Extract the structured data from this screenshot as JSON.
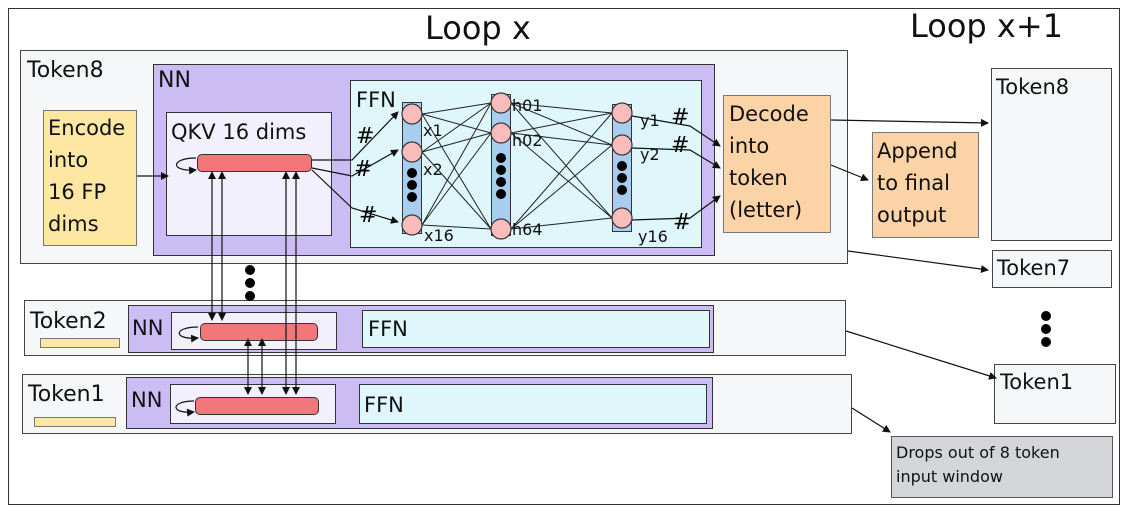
{
  "loop_labels": {
    "current": "Loop x",
    "next": "Loop x+1"
  },
  "token8": {
    "label": "Token8",
    "nn_label": "NN",
    "encode_lines": [
      "Encode",
      "into",
      "16 FP",
      "dims"
    ],
    "qkv_label": "QKV 16 dims",
    "ffn_label": "FFN",
    "hash": "#",
    "x_nodes": [
      "x1",
      "x2",
      "x16"
    ],
    "h_nodes": [
      "h01",
      "h02",
      "h64"
    ],
    "y_nodes": [
      "y1",
      "y2",
      "y16"
    ],
    "decode_lines": [
      "Decode",
      "into",
      "token",
      "(letter)"
    ],
    "append_lines": [
      "Append",
      "to final",
      "output"
    ]
  },
  "token2": {
    "label": "Token2",
    "nn_label": "NN",
    "ffn_label": "FFN"
  },
  "token1": {
    "label": "Token1",
    "nn_label": "NN",
    "ffn_label": "FFN"
  },
  "next_window": {
    "tokens": [
      "Token8",
      "Token7",
      "Token1"
    ],
    "drops_lines": [
      "Drops out of 8 token",
      "input window"
    ]
  },
  "colors": {
    "nn": "#cbbdf4",
    "ffn": "#dff7fb",
    "bar": "#f2777a",
    "node": "#f8bcbc",
    "encode": "#fde7a2",
    "decode": "#fbd3a6",
    "drops": "#d3d5d9"
  }
}
